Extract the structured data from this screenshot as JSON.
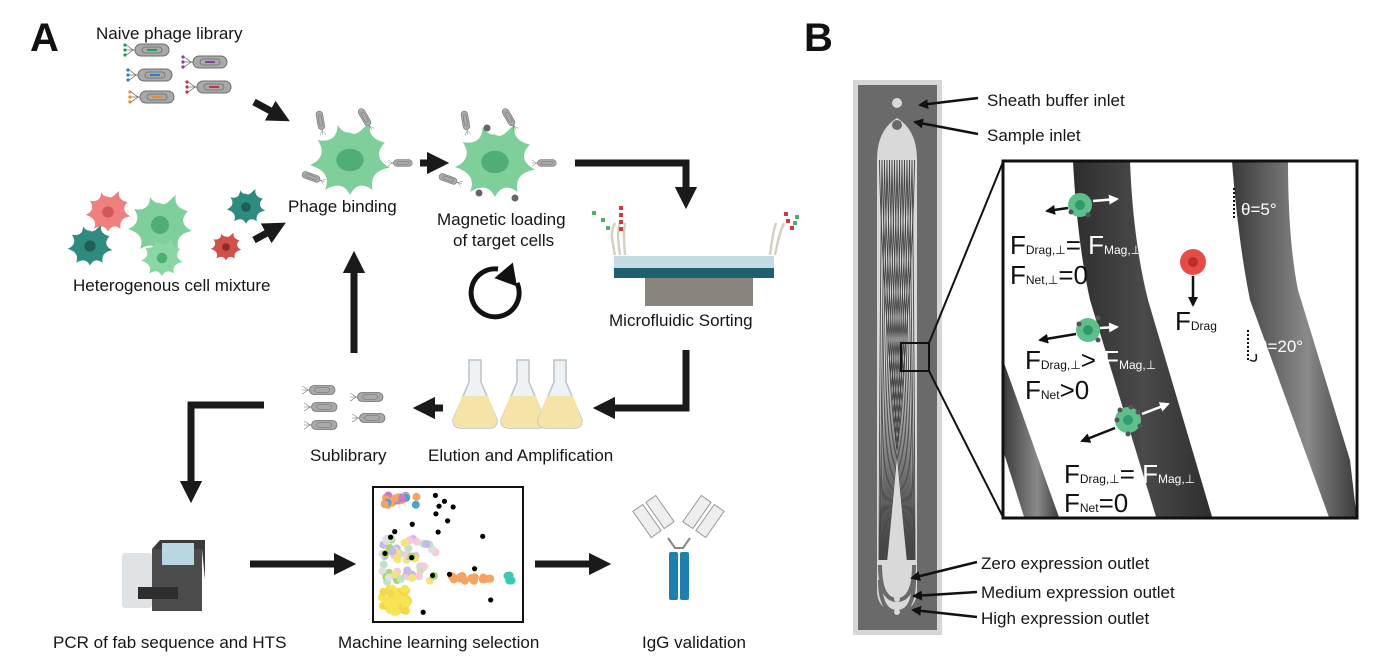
{
  "panel_a": {
    "label": "A",
    "steps": {
      "naive_library": "Naive phage library",
      "cell_mixture": "Heterogenous cell mixture",
      "phage_binding": "Phage binding",
      "magnetic_loading_line1": "Magnetic loading",
      "magnetic_loading_line2": "of target cells",
      "microfluidic_sorting": "Microfluidic Sorting",
      "elution": "Elution and Amplification",
      "sublibrary": "Sublibrary",
      "pcr_hts": "PCR of fab sequence and HTS",
      "ml_selection": "Machine learning selection",
      "igg_validation": "IgG validation"
    },
    "icons": [
      "phage-library-icon",
      "cell-mixture-icon",
      "cell-icon",
      "cycle-icon",
      "microfluidic-chip-icon",
      "flask-icon",
      "sequencer-icon",
      "scatter-plot-icon",
      "antibody-icon"
    ],
    "colors": {
      "target_cell": "#7fcf9a",
      "target_nucleus": "#3fa36a",
      "red_cell": "#e8706a",
      "teal_cell": "#2e8b80",
      "flask_liquid": "#f6e3a8",
      "antibody": "#1e7fae",
      "arrow": "#1a1a1a"
    }
  },
  "panel_b": {
    "label": "B",
    "callouts": {
      "sheath": "Sheath buffer inlet",
      "sample": "Sample inlet",
      "zero": "Zero expression outlet",
      "medium": "Medium expression outlet",
      "high": "High expression outlet"
    },
    "inset": {
      "theta_top": "θ=5°",
      "theta_bottom": "θ=20°",
      "eq1_lhs": "F",
      "eq1_lhs_sub": "Drag,⊥",
      "eq1_op": "=",
      "eq1_rhs": "F",
      "eq1_rhs_sub": "Mag,⊥",
      "net1": "F",
      "net1_sub": "Net,⊥",
      "net1_val": "=0",
      "drag": "F",
      "drag_sub": "Drag",
      "eq2_lhs": "F",
      "eq2_lhs_sub": "Drag,⊥",
      "eq2_op": ">",
      "eq2_rhs": "F",
      "eq2_rhs_sub": "Mag,⊥",
      "net2": "F",
      "net2_sub": "Net",
      "net2_val": ">0",
      "eq3_lhs": "F",
      "eq3_lhs_sub": "Drag,⊥",
      "eq3_op": "=",
      "eq3_rhs": "F",
      "eq3_rhs_sub": "Mag,⊥",
      "net3": "F",
      "net3_sub": "Net",
      "net3_val": "=0"
    },
    "colors": {
      "chip_bg": "#6a6a6a",
      "channel": "#d9d9d9",
      "ridge": "#3e3e3e",
      "bound_cell": "#5fbf8a",
      "free_cell": "#e84a45"
    }
  }
}
